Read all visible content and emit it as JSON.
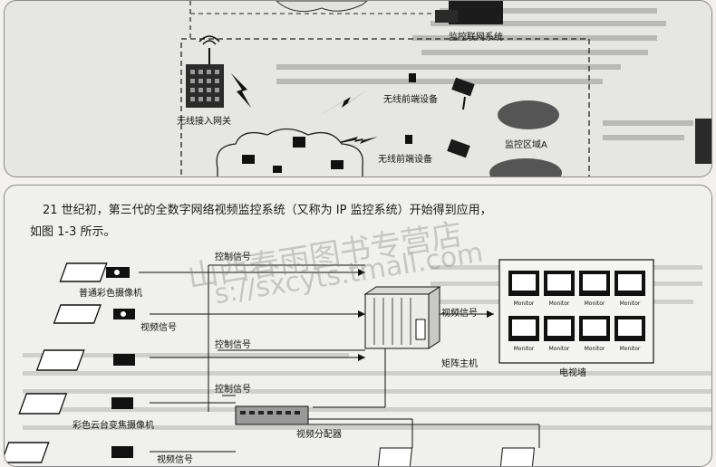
{
  "top_diagram": {
    "monitor_network_system": "监控联网系统",
    "wireless_access_gateway": "无线接入网关",
    "wireless_frontend_device_1": "无线前端设备",
    "wireless_frontend_device_2": "无线前端设备",
    "monitor_area_a": "监控区域A"
  },
  "bottom_page": {
    "paragraph_line1": "21 世纪初，第三代的全数字网络视频监控系统（又称为 IP 监控系统）开始得到应用，",
    "paragraph_line2": "如图 1-3 所示。",
    "watermark_line1": "山西春雨图书专营店",
    "watermark_line2": "s://sxcyts.tmall.com"
  },
  "figure": {
    "normal_color_camera": "普通彩色摄像机",
    "color_ptz_camera": "彩色云台变焦摄像机",
    "control_signal_1": "控制信号",
    "control_signal_2": "控制信号",
    "control_signal_3": "控制信号",
    "video_signal_1": "视频信号",
    "video_signal_2": "视频信号",
    "video_signal_3": "视频信号",
    "matrix_host": "矩阵主机",
    "video_wall": "电视墙",
    "video_distributor": "视频分配器",
    "monitor_label": "Monitor"
  }
}
